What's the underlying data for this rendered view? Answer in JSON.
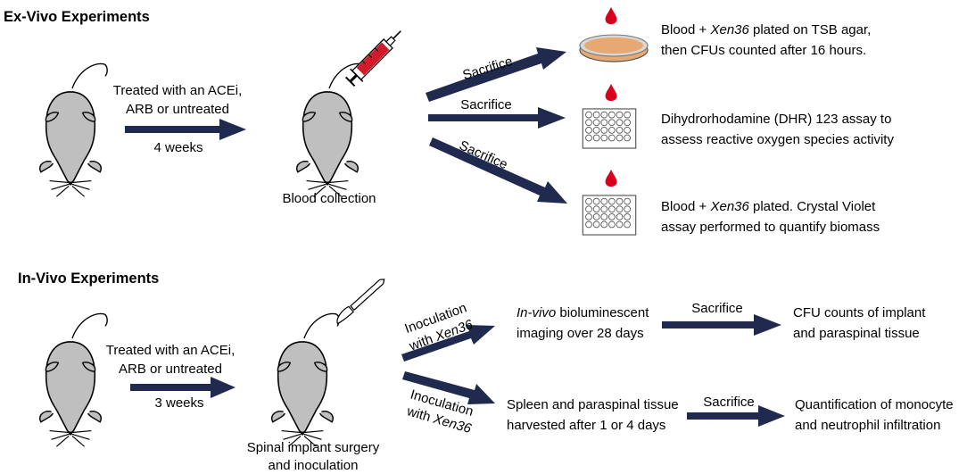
{
  "ex_vivo": {
    "heading": "Ex-Vivo Experiments",
    "treatment_line1": "Treated with an ACEi,",
    "treatment_line2": "ARB or untreated",
    "duration": "4 weeks",
    "collection_label": "Blood collection",
    "arrow_label": "Sacrifice",
    "assays": [
      {
        "line1_pre": "Blood + ",
        "line1_italic": "Xen36",
        "line1_post": " plated on TSB agar,",
        "line2": "then CFUs counted after 16 hours."
      },
      {
        "line1": "Dihydrorhodamine (DHR) 123 assay to",
        "line2": "assess reactive oxygen species activity"
      },
      {
        "line1_pre": "Blood + ",
        "line1_italic": "Xen36",
        "line1_post": " plated. Crystal Violet",
        "line2": "assay performed to quantify biomass"
      }
    ]
  },
  "in_vivo": {
    "heading": "In-Vivo Experiments",
    "treatment_line1": "Treated with an ACEi,",
    "treatment_line2": "ARB or untreated",
    "duration": "3 weeks",
    "surgery_line1": "Spinal implant surgery",
    "surgery_line2": "and inoculation",
    "inoculation_line1": "Inoculation",
    "inoculation_line2_pre": "with ",
    "inoculation_line2_italic": "Xen36",
    "branch_top_line1_italic": "In-vivo",
    "branch_top_line1_post": " bioluminescent",
    "branch_top_line2": "imaging over 28 days",
    "branch_bottom_line1": "Spleen and paraspinal tissue",
    "branch_bottom_line2": "harvested after 1 or 4 days",
    "sacrifice_label": "Sacrifice",
    "result_top_line1": "CFU counts of implant",
    "result_top_line2": "and paraspinal tissue",
    "result_bottom_line1": "Quantification of monocyte",
    "result_bottom_line2": "and neutrophil infiltration"
  },
  "colors": {
    "arrow": "#1f2a4e",
    "mouse_body": "#bfbfbf",
    "blood": "#d9001b",
    "agar": "#e8a872",
    "syringe_fluid": "#d11a2a"
  },
  "icons": [
    "mouse-icon",
    "syringe-icon",
    "blood-drop-icon",
    "petri-dish-icon",
    "well-plate-icon",
    "scalpel-icon"
  ]
}
